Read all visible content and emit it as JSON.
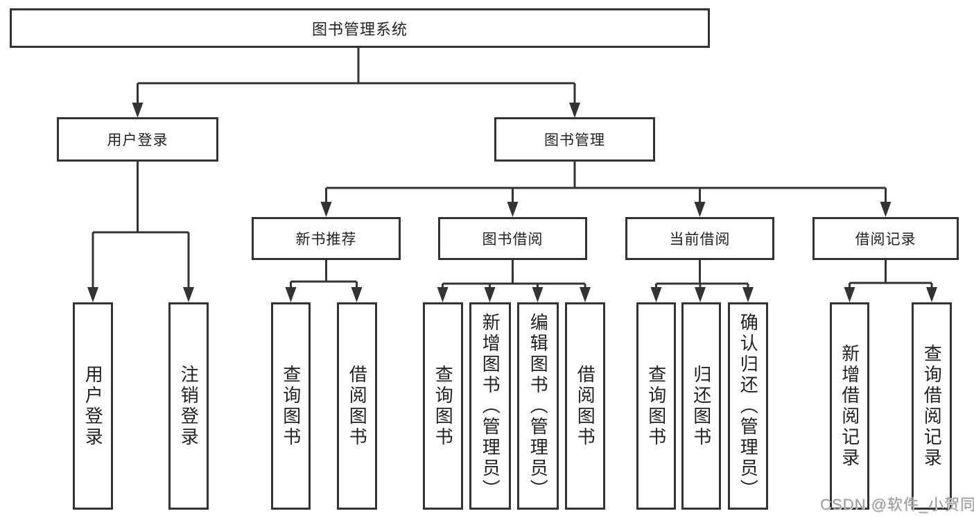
{
  "diagram": {
    "title": "图书管理系统",
    "branches": [
      {
        "label": "用户登录",
        "children": [
          "用户登录",
          "注销登录"
        ]
      },
      {
        "label": "图书管理",
        "children": [
          {
            "label": "新书推荐",
            "children": [
              "查询图书",
              "借阅图书"
            ]
          },
          {
            "label": "图书借阅",
            "children": [
              "查询图书",
              "新增图书（管理员）",
              "编辑图书（管理员）",
              "借阅图书"
            ]
          },
          {
            "label": "当前借阅",
            "children": [
              "查询图书",
              "归还图书",
              "确认归还（管理员）"
            ]
          },
          {
            "label": "借阅记录",
            "children": [
              "新增借阅记录",
              "查询借阅记录"
            ]
          }
        ]
      }
    ]
  },
  "watermark": {
    "text": "CSDN @软件_小贺同学"
  },
  "colors": {
    "line": "#333333",
    "box_border": "#333333",
    "text": "#222222",
    "watermark_text": "#9e9e9e",
    "background": "#ffffff"
  }
}
